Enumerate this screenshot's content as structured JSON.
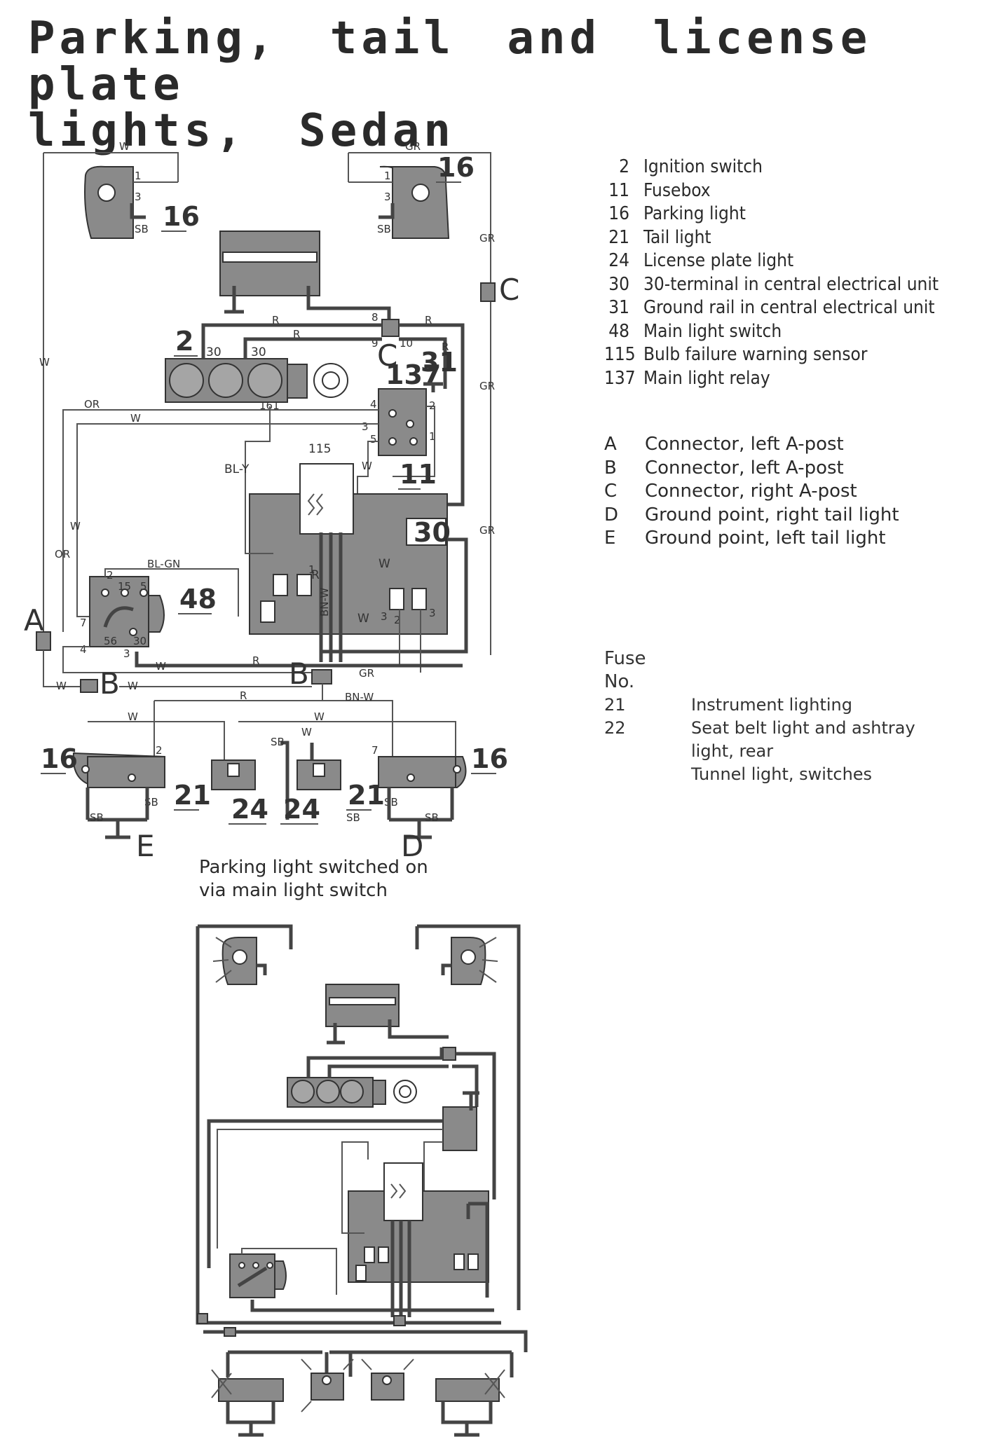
{
  "title": "Parking, tail and license plate\nlights, Sedan",
  "components": [
    {
      "num": "2",
      "label": "Ignition switch"
    },
    {
      "num": "11",
      "label": "Fusebox"
    },
    {
      "num": "16",
      "label": "Parking light"
    },
    {
      "num": "21",
      "label": "Tail light"
    },
    {
      "num": "24",
      "label": "License plate light"
    },
    {
      "num": "30",
      "label": "30-terminal in central electrical unit"
    },
    {
      "num": "31",
      "label": "Ground rail in central electrical unit"
    },
    {
      "num": "48",
      "label": "Main light switch"
    },
    {
      "num": "115",
      "label": "Bulb failure warning sensor"
    },
    {
      "num": "137",
      "label": "Main light relay"
    }
  ],
  "connectors": [
    {
      "key": "A",
      "label": "Connector, left A-post"
    },
    {
      "key": "B",
      "label": "Connector, left A-post"
    },
    {
      "key": "C",
      "label": "Connector, right A-post"
    },
    {
      "key": "D",
      "label": "Ground point, right tail light"
    },
    {
      "key": "E",
      "label": "Ground point, left tail light"
    }
  ],
  "fuse_header": [
    "Fuse",
    "No."
  ],
  "fuses": [
    {
      "num": "21",
      "label": "Instrument lighting"
    },
    {
      "num": "22",
      "label": "Seat belt light and ashtray"
    },
    {
      "num": "",
      "label": "light, rear"
    },
    {
      "num": "",
      "label": "Tunnel light, switches"
    }
  ],
  "caption": "Parking light switched on\nvia main light switch",
  "diagram_labels": {
    "wire_w": "W",
    "wire_gr": "GR",
    "wire_r": "R",
    "wire_or": "OR",
    "wire_bly": "BL-Y",
    "wire_blgn": "BL-GN",
    "wire_bnw": "BN-W",
    "wire_sb": "SB",
    "comp_16": "16",
    "comp_2": "2",
    "comp_115": "115",
    "comp_11": "11",
    "comp_137": "137",
    "comp_31": "31",
    "comp_30": "30",
    "comp_48": "48",
    "comp_21": "21",
    "comp_24": "24",
    "conn_a": "A",
    "conn_b": "B",
    "conn_c": "C",
    "conn_d": "D",
    "conn_e": "E",
    "pin_1": "1",
    "pin_2": "2",
    "pin_3": "3",
    "pin_4": "4",
    "pin_5": "5",
    "pin_7": "7",
    "pin_8": "8",
    "pin_9": "9",
    "pin_10": "10",
    "pin_15": "15",
    "pin_30": "30",
    "pin_56": "56",
    "pin_161": "161"
  }
}
